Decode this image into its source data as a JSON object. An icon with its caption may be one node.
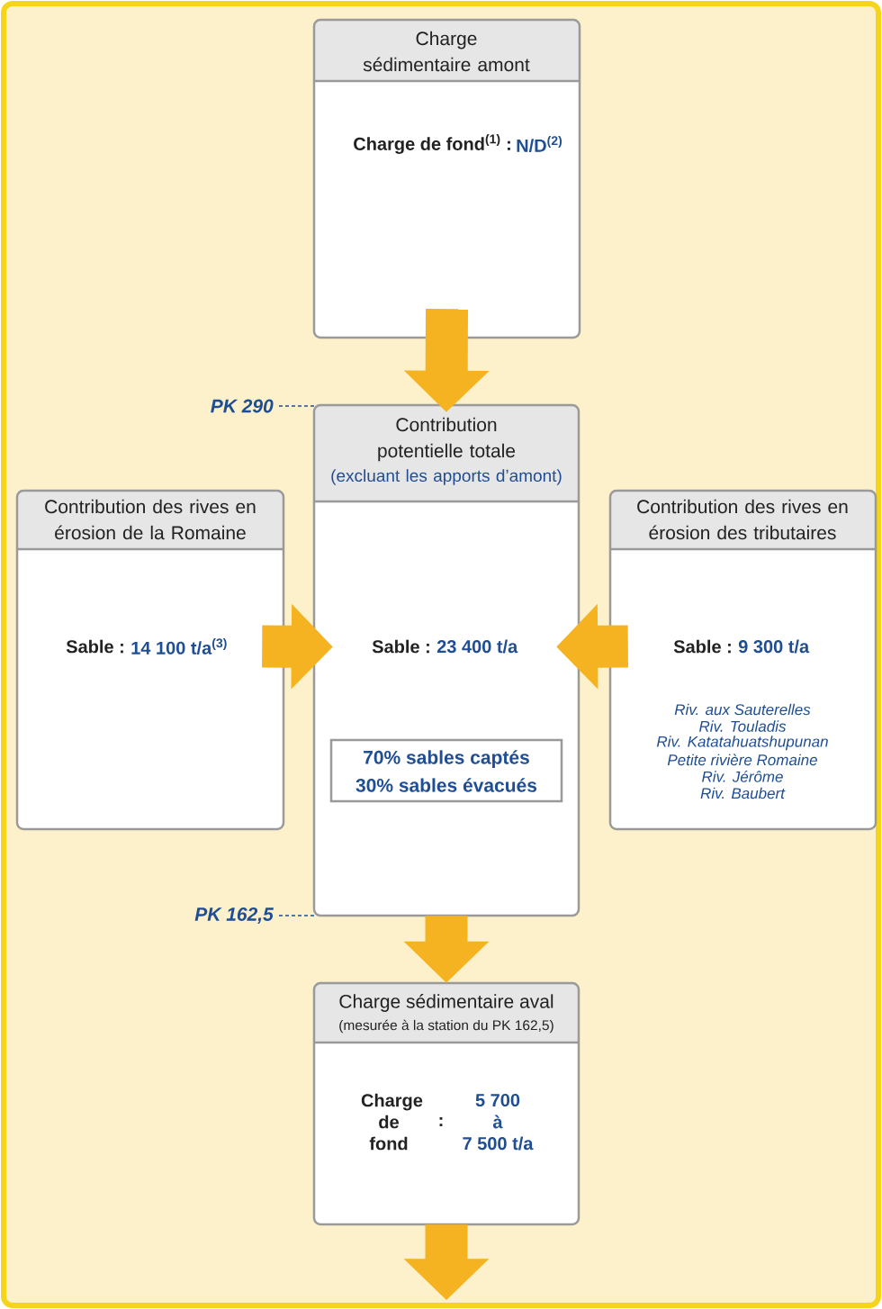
{
  "diagram": {
    "nodes": [
      {
        "text": [
          "Charge sédimentaire amont",
          "Charge de fond$^{(1)}$ :",
          "N/D$^{(2)}$"
        ]
      },
      {
        "text": [
          "Contribution potentielle totale",
          "(excluant les apports d’amont)",
          "Sable :",
          "23 400 t/a"
        ]
      },
      {
        "text": [
          "70% sables captés",
          "30% sables évacués"
        ],
        "in": 1
      },
      {
        "text": [
          "Contribution des rives en érosion de la Romaine",
          "Sable :",
          "14 100 t/a$^{(3)}$"
        ]
      },
      {
        "text": [
          "Contribution des rives en érosion des tributaires",
          "Sable :",
          "9 300 t/a",
          "Riv. aux Sauterelles",
          "Riv. Touladis",
          "Riv. Katatahuatshupunan",
          "Petite rivière Romaine",
          "Riv. Jérôme",
          "Riv. Baubert"
        ]
      },
      {
        "text": [
          "Charge sédimentaire aval",
          "(mesurée à la station du PK 162,5)",
          "Charge de fond",
          ":",
          "5 700",
          "à",
          "7 500 t/a"
        ]
      }
    ],
    "edges": [
      {
        "from": 0,
        "to": 1,
        "arrow": "to"
      },
      {
        "from": 3,
        "to": 1,
        "arrow": "to"
      },
      {
        "from": 4,
        "to": 1,
        "arrow": "to"
      },
      {
        "from": 1,
        "to": 5,
        "arrow": "to"
      },
      {
        "from": 5,
        "to": null,
        "arrow": "to"
      }
    ],
    "labels": [
      "PK 290",
      "PK 162,5"
    ]
  }
}
